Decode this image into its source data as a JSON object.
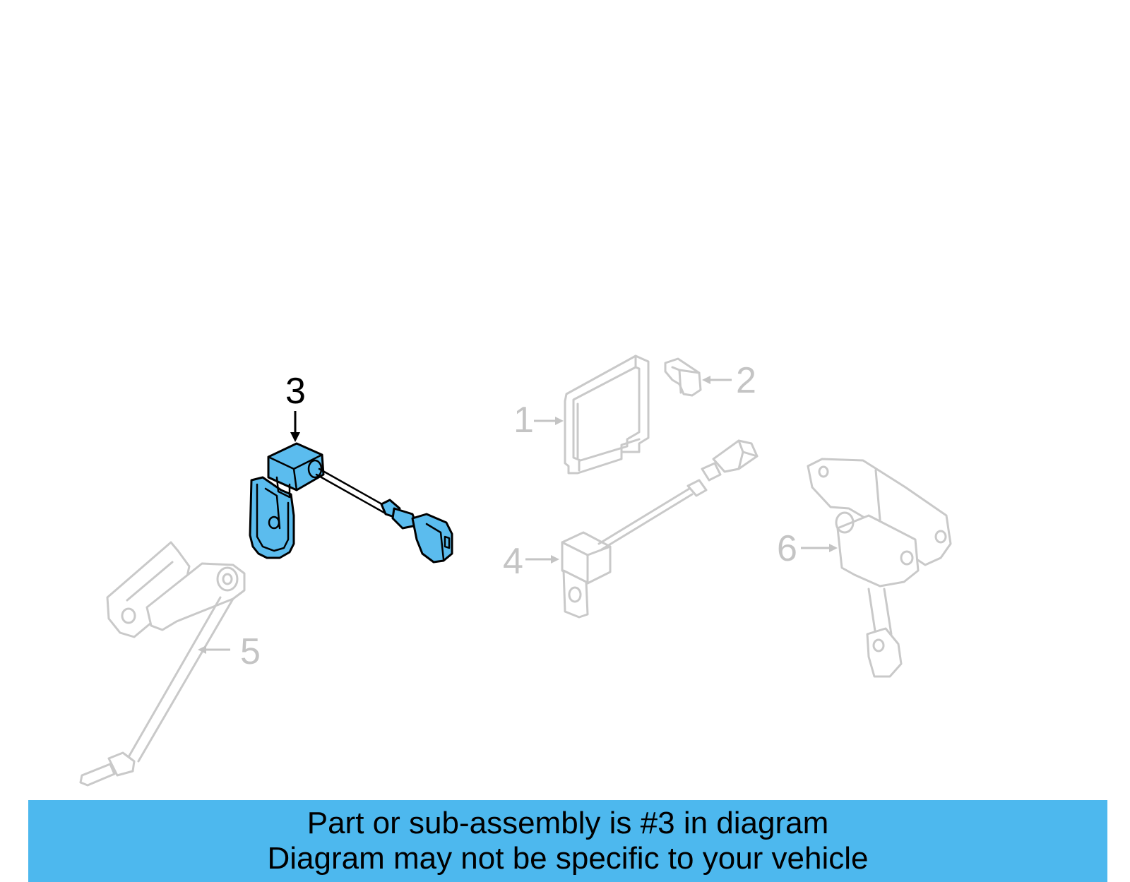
{
  "diagram": {
    "callouts": [
      {
        "id": "1",
        "label": "1",
        "highlighted": false
      },
      {
        "id": "2",
        "label": "2",
        "highlighted": false
      },
      {
        "id": "3",
        "label": "3",
        "highlighted": true
      },
      {
        "id": "4",
        "label": "4",
        "highlighted": false
      },
      {
        "id": "5",
        "label": "5",
        "highlighted": false
      },
      {
        "id": "6",
        "label": "6",
        "highlighted": false
      }
    ],
    "colors": {
      "highlight_fill": "#5bbcee",
      "ghost_stroke": "#c9c9c9",
      "ghost_label": "#c4c4c4",
      "active_label": "#000000"
    }
  },
  "banner": {
    "line1": "Part or sub-assembly is #3 in diagram",
    "line2": "Diagram may not be specific to your vehicle",
    "background": "#4db8ee"
  }
}
